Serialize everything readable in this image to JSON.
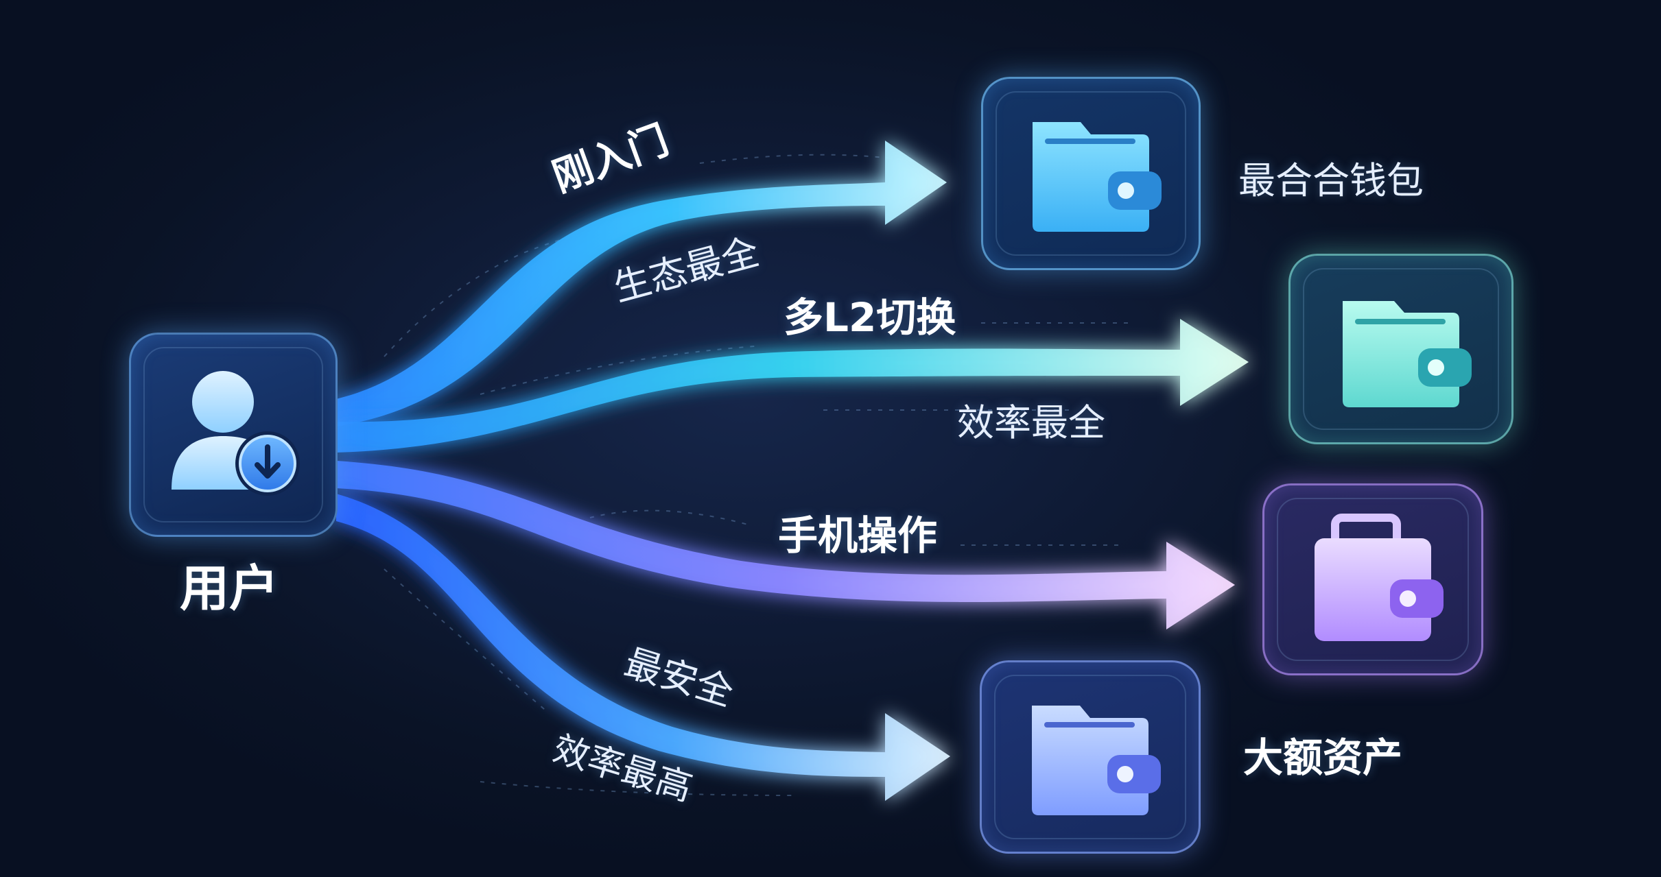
{
  "user": {
    "label": "用户",
    "icon": "user-download-icon"
  },
  "flows": [
    {
      "id": "newbie",
      "labels": [
        "刚入门",
        "生态最全"
      ],
      "color_start": "#2f9bff",
      "color_end": "#b8f4ff",
      "target": "最合合钱包"
    },
    {
      "id": "l2",
      "labels": [
        "多L2切换",
        "效率最全"
      ],
      "color_start": "#37b8ff",
      "color_end": "#d8ffe8",
      "target": ""
    },
    {
      "id": "mobile",
      "labels": [
        "手机操作"
      ],
      "color_start": "#5d7dff",
      "color_end": "#f3d2ff",
      "target": ""
    },
    {
      "id": "secure",
      "labels": [
        "最安全",
        "效率最高"
      ],
      "color_start": "#2e6dff",
      "color_end": "#d7ecff",
      "target": "大额资产"
    }
  ],
  "wallets": [
    {
      "name": "wallet-1",
      "icon": "wallet-icon",
      "label": "最合合钱包",
      "accent": "#39b4ff"
    },
    {
      "name": "wallet-2",
      "icon": "wallet-icon",
      "label": "",
      "accent": "#58e6d6"
    },
    {
      "name": "wallet-3",
      "icon": "wallet-icon",
      "label": "",
      "accent": "#a47bff"
    },
    {
      "name": "wallet-4",
      "icon": "wallet-icon",
      "label": "大额资产",
      "accent": "#6b8dff"
    }
  ],
  "colors": {
    "background": "#0a1326",
    "tile_glow_blue": "#6fc7ff",
    "tile_glow_teal": "#7ff0e0",
    "tile_glow_purple": "#b792ff"
  }
}
